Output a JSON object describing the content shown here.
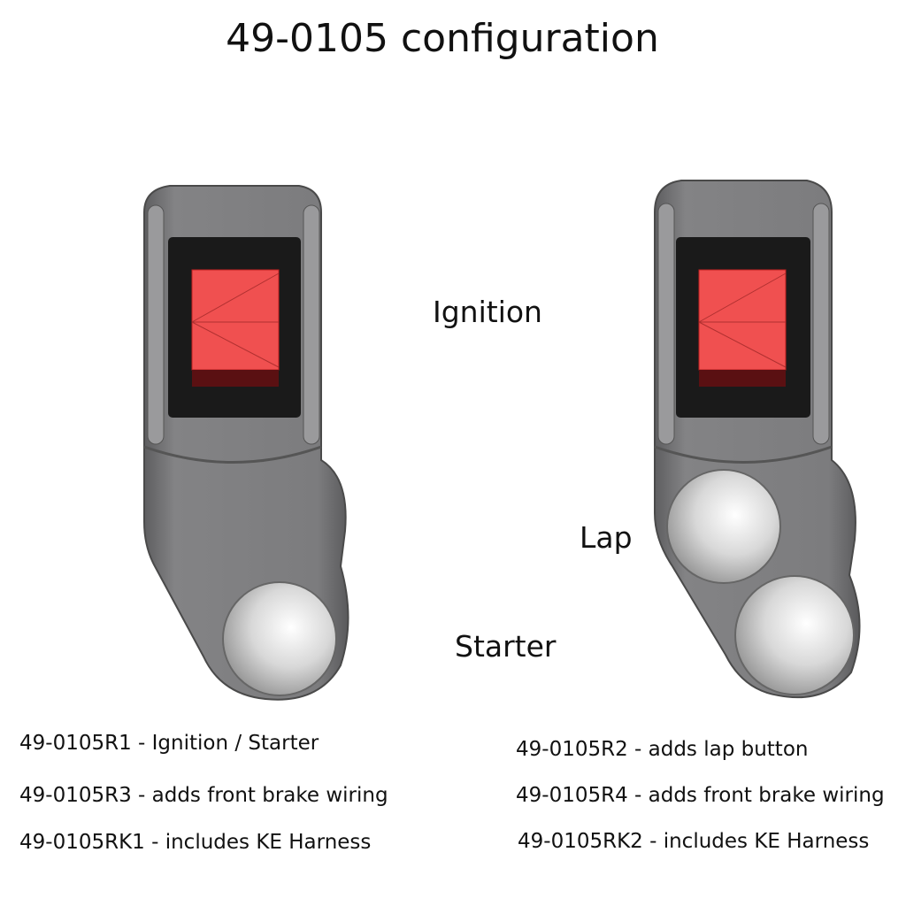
{
  "title": "49-0105  configuration",
  "labels": {
    "ignition": "Ignition",
    "lap": "Lap",
    "starter": "Starter"
  },
  "captions": {
    "left": [
      "49-0105R1 - Ignition / Starter",
      "49-0105R3 - adds front brake wiring",
      "49-0105RK1 - includes KE Harness"
    ],
    "right": [
      "49-0105R2 - adds lap button",
      "49-0105R4 - adds front brake wiring",
      "49-0105RK2 - includes KE Harness"
    ]
  },
  "colors": {
    "body": "#7a7a7c",
    "switch_red": "#f05050",
    "switch_dark": "#5a1012",
    "bezel": "#1a1a1a"
  }
}
